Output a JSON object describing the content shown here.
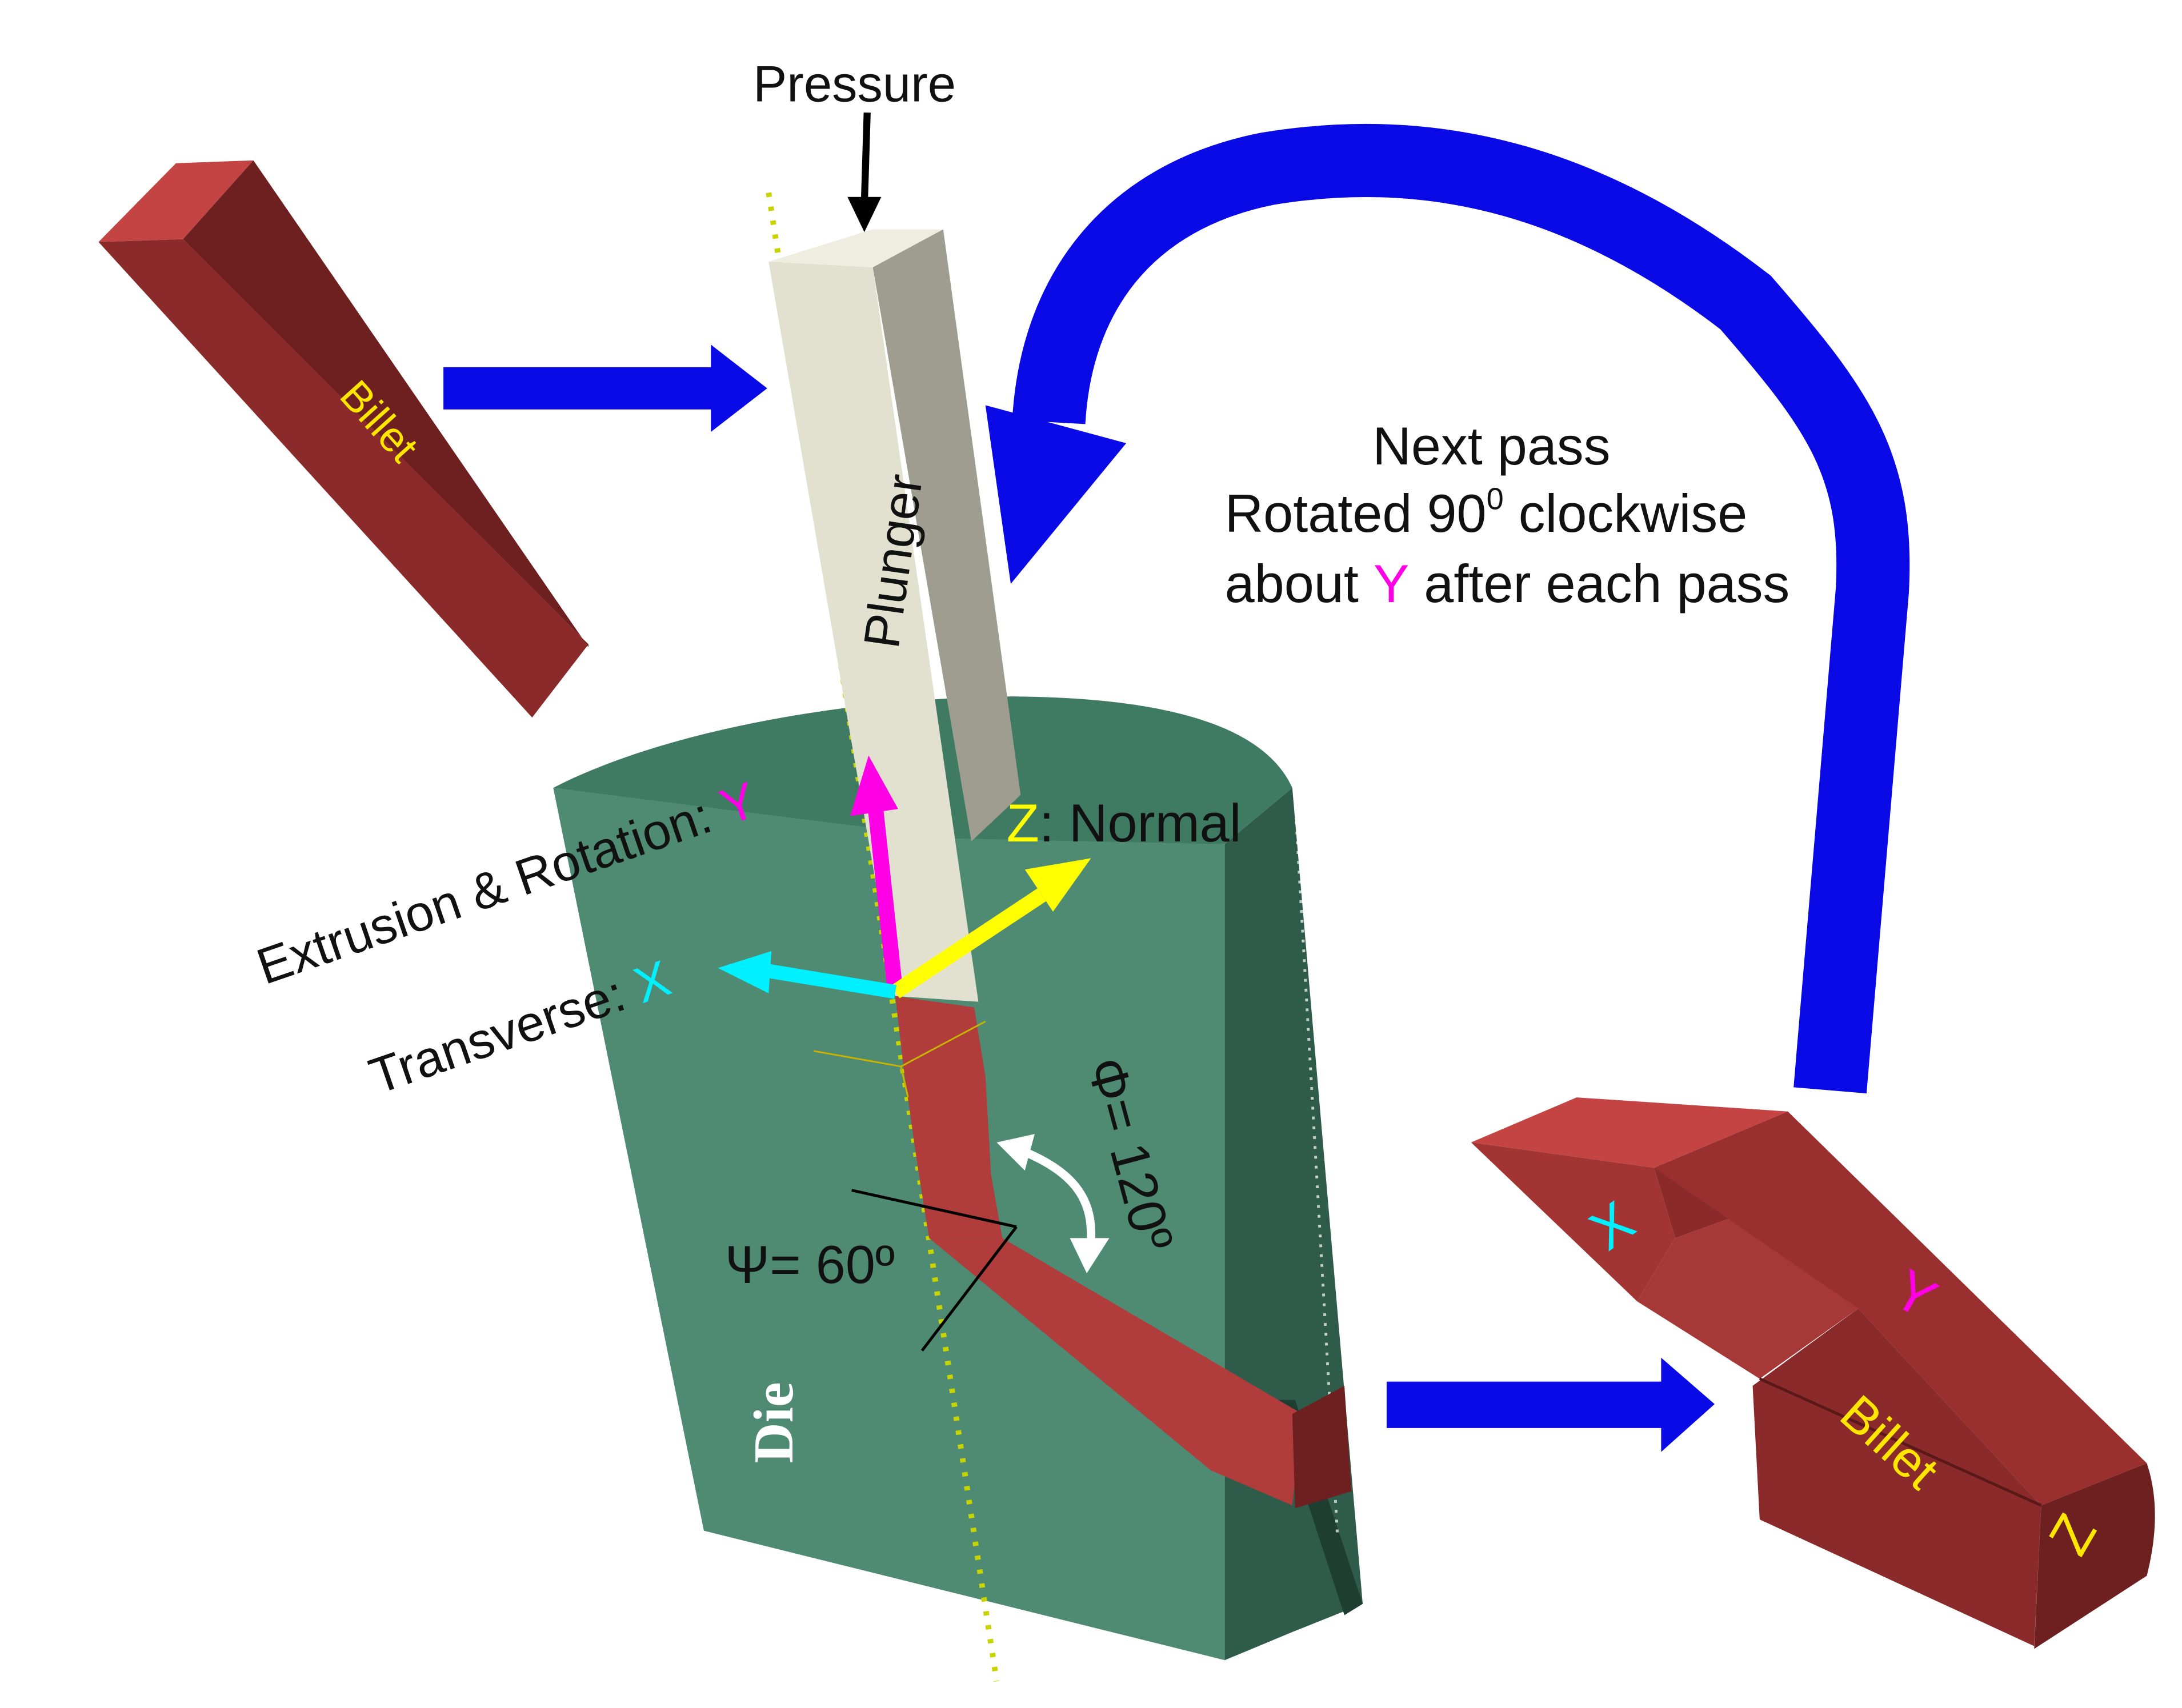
{
  "labels": {
    "pressure": "Pressure",
    "billet_left": "Billet",
    "plunger": "Plunger",
    "next_pass_line1": "Next pass",
    "next_pass_line2_prefix": "Rotated 90",
    "next_pass_line2_sup": "0",
    "next_pass_line2_suffix": " clockwise",
    "next_pass_line3_prefix": "about ",
    "next_pass_line3_axis": "Y",
    "next_pass_line3_suffix": " after each pass",
    "normal_axis": "Z",
    "normal_text": ": Normal",
    "extrusion_text": "Extrusion & Rotation: ",
    "extrusion_axis": "Y",
    "transverse_text": "Transverse: ",
    "transverse_axis": "X",
    "phi_angle": "Φ= 120º",
    "psi_angle": "Ψ= 60º",
    "die": "Die",
    "billet_right": "Billet",
    "right_x": "X",
    "right_y": "Y",
    "right_z": "Z"
  },
  "colors": {
    "billet_front": "#8b2a2a",
    "billet_top": "#c44444",
    "billet_side": "#6e1f1f",
    "die_front": "#4e8b72",
    "die_top": "#3f7a62",
    "die_side": "#2f5c4a",
    "plunger_front": "#e2e0cf",
    "plunger_side": "#9e9d90",
    "flow_arrow": "#0a0ae6",
    "axis_y": "#ff00e6",
    "axis_z": "#ffff00",
    "axis_x": "#00f0ff",
    "centerline": "#c8d400"
  }
}
